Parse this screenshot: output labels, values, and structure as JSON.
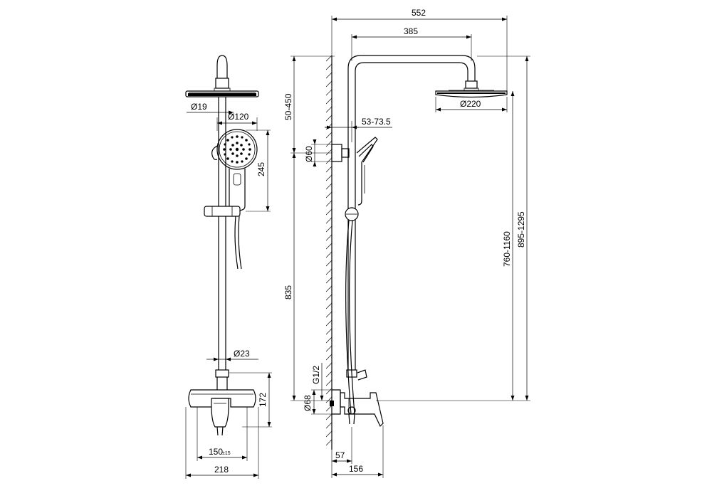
{
  "front_view": {
    "hose_nut_diameter": "Ø19",
    "hand_shower_diameter": "Ø120",
    "hand_shower_height": "245",
    "pipe_diameter": "Ø23",
    "mixer_height": "172",
    "center_distance": "150",
    "center_distance_tolerance": "±15",
    "overall_width": "218"
  },
  "side_view": {
    "total_projection": "552",
    "head_projection": "385",
    "height_adjust": "50-450",
    "head_diameter": "Ø220",
    "holder_offset": "53-73.5",
    "holder_diameter": "Ø60",
    "rail_length": "835",
    "thread": "G1/2",
    "escutcheon_diameter": "Ø68",
    "escutcheon_depth": "57",
    "mixer_projection": "156",
    "riser_height": "760-1160",
    "total_height": "895-1295"
  }
}
